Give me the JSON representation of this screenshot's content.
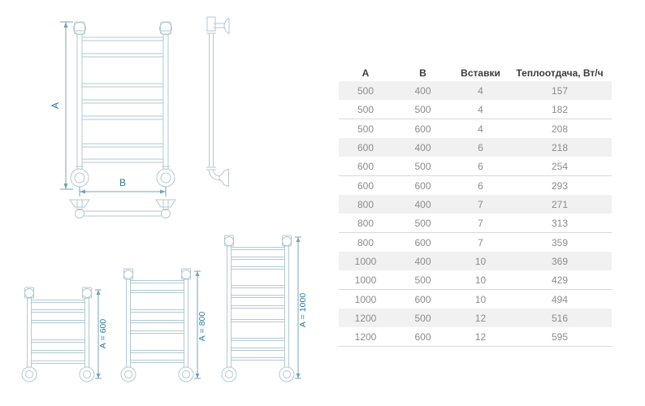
{
  "colors": {
    "drawing": "#b2c9d3",
    "dimension": "#74a3ba",
    "label": "#2e7da7",
    "header_text": "#3c3c3c",
    "cell_text": "#8c8c8c",
    "stripe": "#f1f1f1",
    "separator": "#d9d9d9"
  },
  "diagram": {
    "labels": {
      "main_height": "А",
      "main_width": "В",
      "variant_600": "А = 600",
      "variant_800": "А = 800",
      "variant_1000": "А = 1000"
    }
  },
  "table": {
    "headers": [
      "А",
      "В",
      "Вставки",
      "Теплоотдача, Вт/ч"
    ],
    "rows": [
      {
        "a": "500",
        "b": "400",
        "inserts": "4",
        "heat": "157"
      },
      {
        "a": "500",
        "b": "500",
        "inserts": "4",
        "heat": "182"
      },
      {
        "a": "500",
        "b": "600",
        "inserts": "4",
        "heat": "208"
      },
      {
        "a": "600",
        "b": "400",
        "inserts": "6",
        "heat": "218"
      },
      {
        "a": "600",
        "b": "500",
        "inserts": "6",
        "heat": "254"
      },
      {
        "a": "600",
        "b": "600",
        "inserts": "6",
        "heat": "293"
      },
      {
        "a": "800",
        "b": "400",
        "inserts": "7",
        "heat": "271"
      },
      {
        "a": "800",
        "b": "500",
        "inserts": "7",
        "heat": "313"
      },
      {
        "a": "800",
        "b": "600",
        "inserts": "7",
        "heat": "359"
      },
      {
        "a": "1000",
        "b": "400",
        "inserts": "10",
        "heat": "369"
      },
      {
        "a": "1000",
        "b": "500",
        "inserts": "10",
        "heat": "429"
      },
      {
        "a": "1000",
        "b": "600",
        "inserts": "10",
        "heat": "494"
      },
      {
        "a": "1200",
        "b": "500",
        "inserts": "12",
        "heat": "516"
      },
      {
        "a": "1200",
        "b": "600",
        "inserts": "12",
        "heat": "595"
      }
    ]
  }
}
